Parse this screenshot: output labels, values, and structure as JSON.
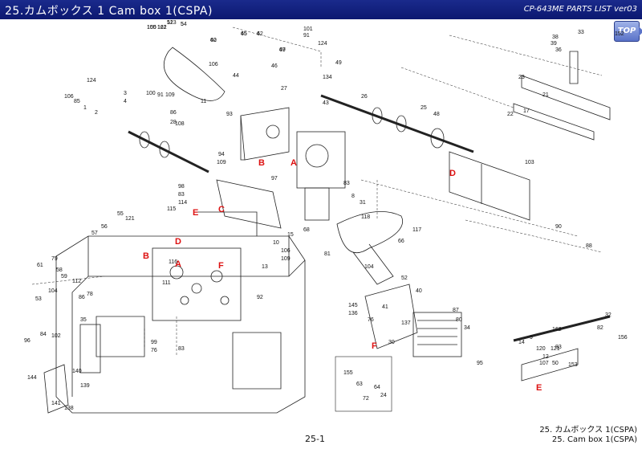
{
  "header": {
    "title": "25.カムボックス 1   Cam box 1(CSPA)",
    "doc": "CP-643ME PARTS LIST ver03"
  },
  "nav": {
    "top_label": "TOP"
  },
  "drawing": {
    "ref_labels": [
      "A",
      "B",
      "C",
      "D",
      "E",
      "F"
    ],
    "callouts": [
      "105",
      "122",
      "51",
      "5",
      "42",
      "45",
      "4",
      "47",
      "46",
      "101",
      "91",
      "124",
      "49",
      "134",
      "106",
      "44",
      "11",
      "124",
      "106",
      "85",
      "1",
      "2",
      "3",
      "4",
      "100",
      "91",
      "109",
      "86",
      "28",
      "108",
      "93",
      "27",
      "43",
      "26",
      "25",
      "48",
      "109",
      "94",
      "97",
      "83",
      "8",
      "31",
      "10",
      "106",
      "109",
      "98",
      "83",
      "114",
      "115",
      "121",
      "55",
      "56",
      "57",
      "79",
      "61",
      "58",
      "59",
      "112",
      "86",
      "78",
      "53",
      "104",
      "92",
      "99",
      "76",
      "83",
      "35",
      "84",
      "102",
      "96",
      "140",
      "144",
      "139",
      "141",
      "138",
      "137",
      "145",
      "136",
      "76",
      "30",
      "95",
      "87",
      "80",
      "34",
      "32",
      "162",
      "82",
      "83",
      "107",
      "156",
      "153",
      "155",
      "63",
      "64",
      "24",
      "72",
      "111",
      "116",
      "117",
      "118",
      "66",
      "104",
      "52",
      "40",
      "41",
      "38",
      "39",
      "36",
      "33",
      "152",
      "23",
      "21",
      "22",
      "17",
      "103",
      "88",
      "90",
      "68",
      "15",
      "81",
      "120",
      "121",
      "9",
      "14",
      "12",
      "50",
      "13",
      "150",
      "161",
      "123",
      "54",
      "60",
      "65",
      "62",
      "69"
    ]
  },
  "footer": {
    "page": "25-1",
    "title_jp": "25. カムボックス 1(CSPA)",
    "title_en": "25. Cam box 1(CSPA)"
  }
}
